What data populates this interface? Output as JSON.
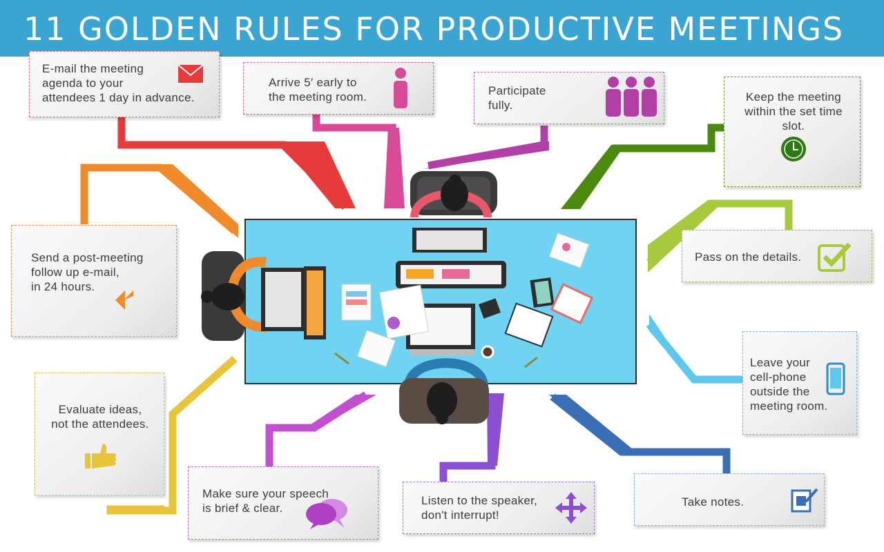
{
  "title": "11 GOLDEN RULES FOR PRODUCTIVE MEETINGS",
  "rules": [
    {
      "text": "E-mail the meeting\nagenda to your\nattendees 1 day in advance.",
      "icon": "envelope-icon",
      "color": "#e63b3b"
    },
    {
      "text": "Arrive 5′ early to\nthe meeting room.",
      "icon": "person-icon",
      "color": "#d84a97"
    },
    {
      "text": "Participate\nfully.",
      "icon": "group-icon",
      "color": "#b13fa6"
    },
    {
      "text": "Keep the meeting\nwithin the set time\nslot.",
      "icon": "clock-icon",
      "color": "#4a8a0f"
    },
    {
      "text": "Pass on the details.",
      "icon": "checkbox-icon",
      "color": "#a7c93c"
    },
    {
      "text": "Leave your\ncell-phone\noutside the\nmeeting room.",
      "icon": "phone-icon",
      "color": "#5ec7ee"
    },
    {
      "text": "Take notes.",
      "icon": "notes-icon",
      "color": "#3a6fb5"
    },
    {
      "text": "Listen to the speaker,\ndon't interrupt!",
      "icon": "arrows-icon",
      "color": "#8c4fd1"
    },
    {
      "text": "Make sure your speech\nis brief & clear.",
      "icon": "speech-bubbles-icon",
      "color": "#c24fd0"
    },
    {
      "text": "Evaluate ideas,\nnot the attendees.",
      "icon": "thumbs-up-icon",
      "color": "#e8c43a"
    },
    {
      "text": "Send a post-meeting\nfollow up e-mail,\nin 24 hours.",
      "icon": "reply-all-icon",
      "color": "#f08a2a"
    }
  ]
}
